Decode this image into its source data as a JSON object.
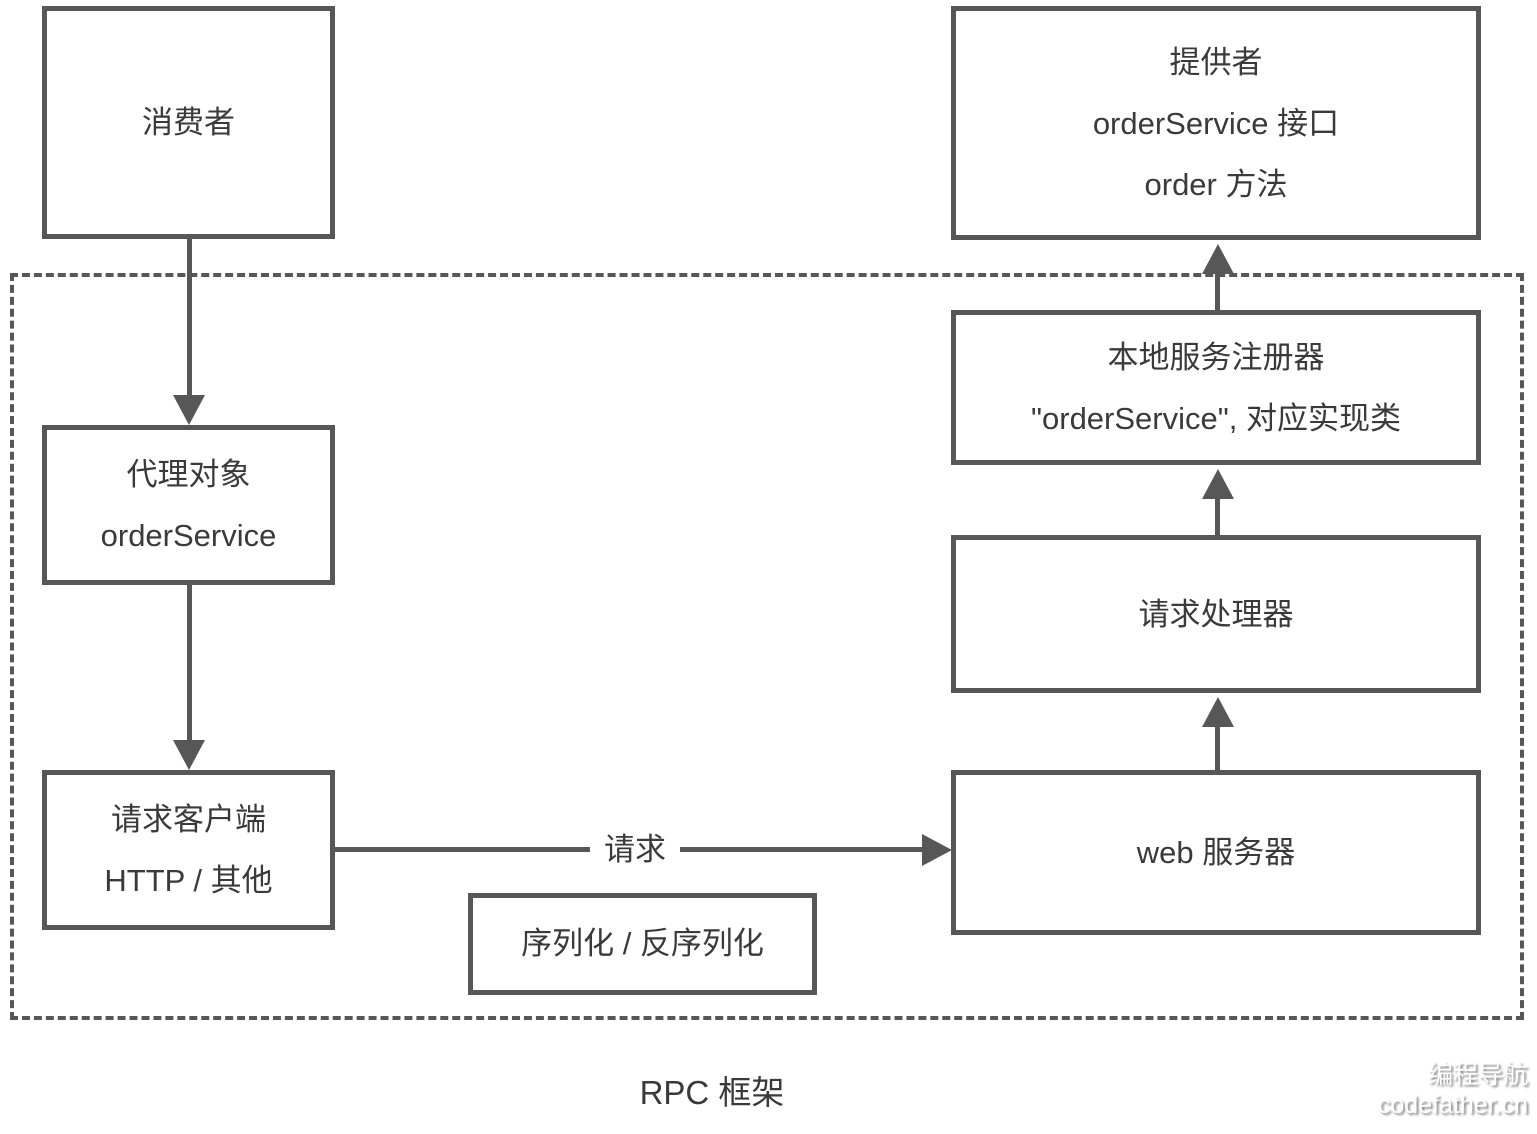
{
  "diagram_title": "RPC 框架",
  "colors": {
    "stroke": "#575757",
    "text": "#3a3a3a",
    "background": "#ffffff",
    "watermark_text": "#ffffff",
    "watermark_shadow": "#6e6e6e"
  },
  "boxes": {
    "consumer": {
      "lines": [
        "消费者"
      ]
    },
    "provider": {
      "lines": [
        "提供者",
        "orderService 接口",
        "order 方法"
      ]
    },
    "proxy": {
      "lines": [
        "代理对象",
        "orderService"
      ]
    },
    "request_client": {
      "lines": [
        "请求客户端",
        "HTTP / 其他"
      ]
    },
    "serializer": {
      "lines": [
        "序列化 / 反序列化"
      ]
    },
    "local_registry": {
      "lines": [
        "本地服务注册器",
        "\"orderService\", 对应实现类"
      ]
    },
    "request_handler": {
      "lines": [
        "请求处理器"
      ]
    },
    "web_server": {
      "lines": [
        "web 服务器"
      ]
    }
  },
  "labels": {
    "request_arrow": "请求"
  },
  "watermark": {
    "line1": "编程导航",
    "line2": "codefather.cn"
  }
}
